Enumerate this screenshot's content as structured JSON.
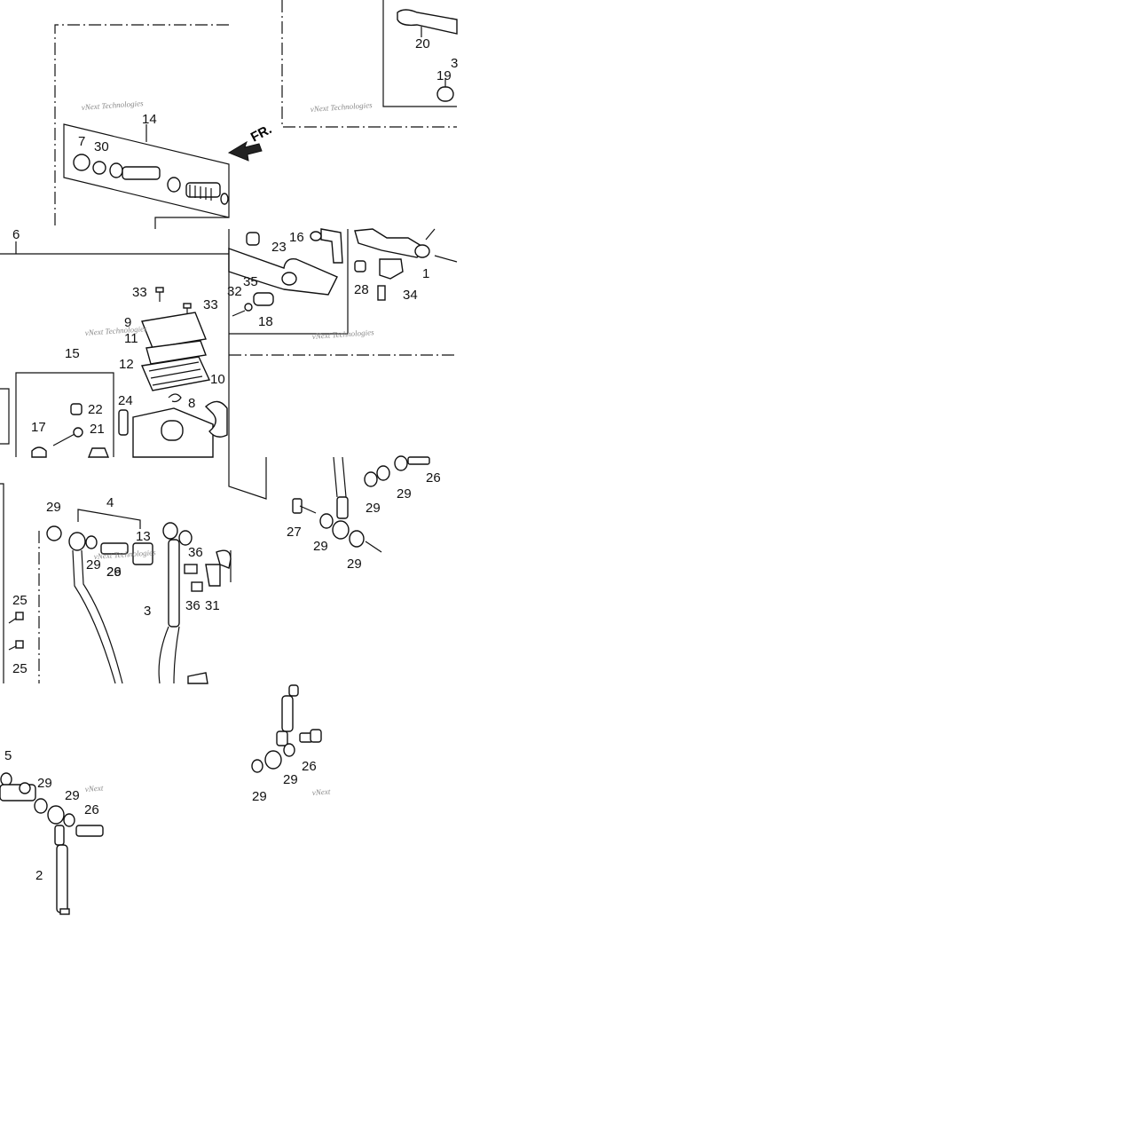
{
  "direction_label": "FR.",
  "watermarks": [
    "vNext Technologies",
    "vNext Technologies",
    "vNext Technologies",
    "vNext Technologies",
    "vNext Technologies",
    "vNext",
    "vNext"
  ],
  "callouts": [
    "20",
    "19",
    "3",
    "14",
    "7",
    "30",
    "6",
    "23",
    "16",
    "1",
    "28",
    "34",
    "33",
    "33",
    "32",
    "35",
    "18",
    "9",
    "11",
    "12",
    "10",
    "8",
    "15",
    "22",
    "21",
    "17",
    "24",
    "29",
    "4",
    "13",
    "29",
    "29",
    "26",
    "36",
    "36",
    "31",
    "3",
    "25",
    "25",
    "27",
    "29",
    "29",
    "29",
    "29",
    "26",
    "5",
    "29",
    "29",
    "26",
    "2",
    "26",
    "29",
    "29"
  ]
}
